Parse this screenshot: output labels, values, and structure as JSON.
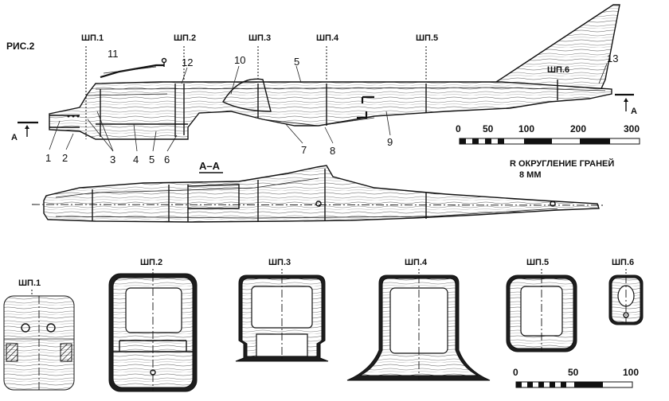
{
  "figure": {
    "label": "РИС.2"
  },
  "side_view": {
    "frame_labels": [
      "ШП.1",
      "ШП.2",
      "ШП.3",
      "ШП.4",
      "ШП.5",
      "ШП.6"
    ],
    "part_numbers": {
      "p1": "1",
      "p2": "2",
      "p3": "3",
      "p4": "4",
      "p5": "5",
      "p6": "6",
      "p7": "7",
      "p8": "8",
      "p9": "9",
      "p10": "10",
      "p11": "11",
      "p12": "12",
      "p13": "13",
      "p5_top": "5"
    },
    "section_marker": "A"
  },
  "section_view": {
    "title": "А–А"
  },
  "note": {
    "line1": "R ОКРУГЛЕНИЕ ГРАНЕЙ",
    "line2": "8 ММ"
  },
  "scale_top": {
    "ticks": [
      "0",
      "50",
      "100",
      "200",
      "300"
    ]
  },
  "cross_sections": {
    "labels": [
      "ШП.1",
      "ШП.2",
      "ШП.3",
      "ШП.4",
      "ШП.5",
      "ШП.6"
    ]
  },
  "scale_bottom": {
    "ticks": [
      "0",
      "50",
      "100"
    ]
  }
}
